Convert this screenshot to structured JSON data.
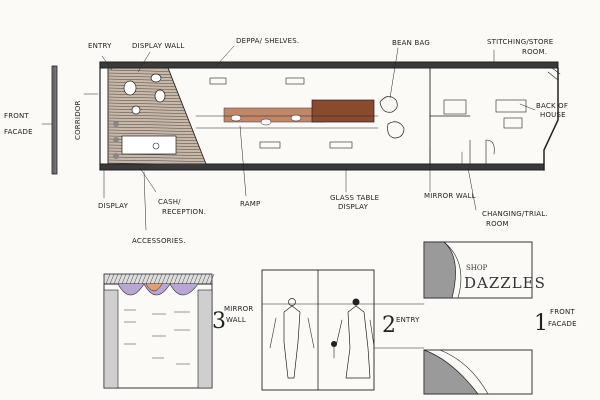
{
  "plan": {
    "labels": {
      "entry": "ENTRY",
      "display_wall": "DISPLAY WALL",
      "deppa_shelves": "DEPPA/ SHELVES.",
      "bean_bag": "BEAN BAG",
      "stitching_store_room_line1": "STITCHING/STORE",
      "stitching_store_room_line2": "ROOM.",
      "back_of_house_line1": "BACK OF",
      "back_of_house_line2": "HOUSE",
      "front_facade_line1": "FRONT",
      "front_facade_line2": "FACADE",
      "corridor": "CORRIDOR",
      "display": "DISPLAY",
      "cash_reception_line1": "CASH/",
      "cash_reception_line2": "RECEPTION.",
      "ramp": "RAMP",
      "glass_table_line1": "GLASS TABLE",
      "glass_table_line2": "DISPLAY",
      "mirror_wall": "MIRROR WALL",
      "changing_trial_line1": "CHANGING/TRIAL.",
      "changing_trial_line2": "ROOM",
      "accessories": "ACCESSORIES."
    }
  },
  "elevations": {
    "mirror_wall_num": "3",
    "mirror_wall_label_line1": "MIRROR",
    "mirror_wall_label_line2": "WALL",
    "entry_num": "2",
    "entry_label": "ENTRY",
    "front_facade_num": "1",
    "front_facade_label_line1": "FRONT",
    "front_facade_label_line2": "FACADE",
    "shop_label": "SHOP",
    "brand_name": "DAZZLES"
  },
  "colors": {
    "ink": "#222222",
    "wood": "#8a4a2e",
    "paper": "#fbfaf7"
  }
}
